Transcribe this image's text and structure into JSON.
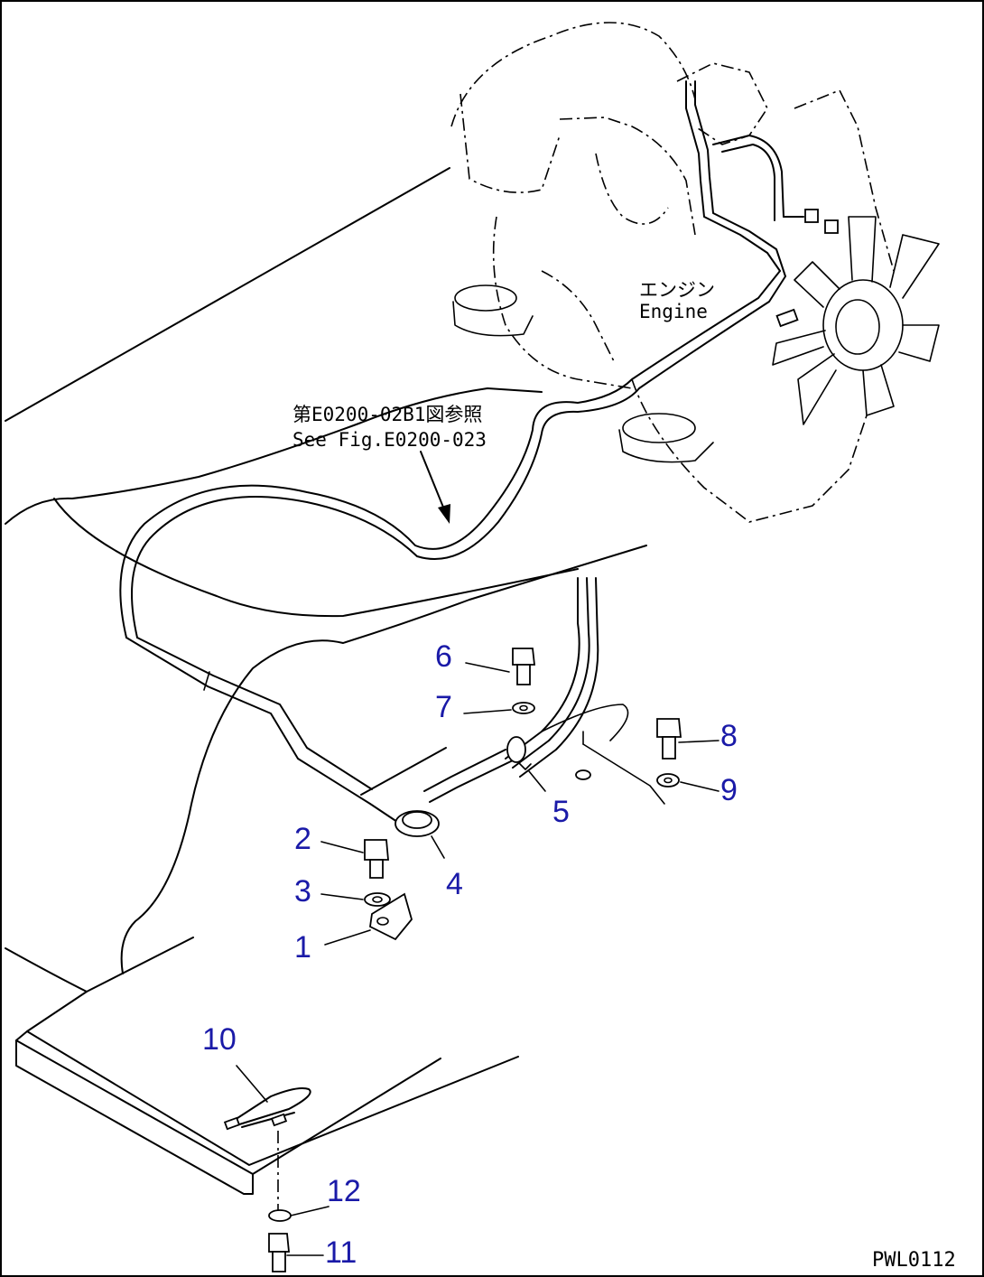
{
  "labels": {
    "engine_jp": "エンジン",
    "engine_en": "Engine",
    "ref_jp": "第E0200-02B1図参照",
    "ref_en": "See Fig.E0200-023",
    "drawing_code": "PWL0112"
  },
  "callouts": [
    "1",
    "2",
    "3",
    "4",
    "5",
    "6",
    "7",
    "8",
    "9",
    "10",
    "11",
    "12"
  ],
  "colors": {
    "callout": "#1a1aa8",
    "line": "#000000"
  }
}
